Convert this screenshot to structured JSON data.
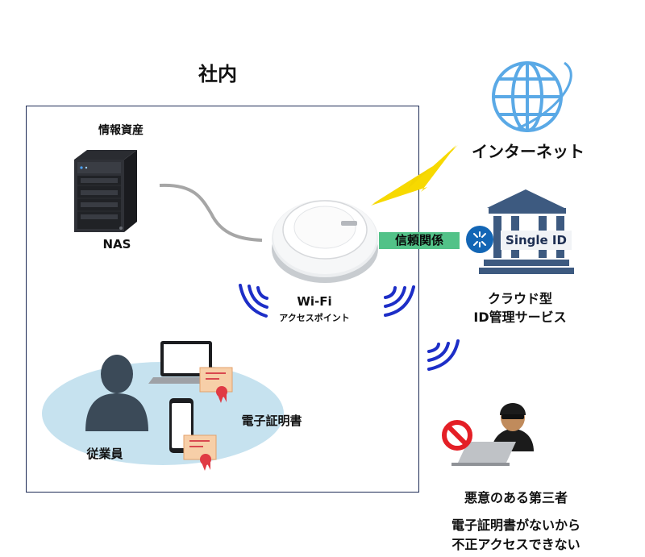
{
  "office": {
    "title": "社内"
  },
  "nas": {
    "caption": "情報資産",
    "label": "NAS"
  },
  "access_point": {
    "label": "Wi-Fi",
    "sublabel": "アクセスポイント"
  },
  "employee": {
    "label": "従業員"
  },
  "certificate": {
    "label": "電子証明書"
  },
  "internet": {
    "label": "インターネット"
  },
  "trust": {
    "label": "信頼関係"
  },
  "cloud_id": {
    "logo_text": "Single ID",
    "label_line1": "クラウド型",
    "label_line2": "ID管理サービス"
  },
  "attacker": {
    "label": "悪意のある第三者",
    "message_line1": "電子証明書がないから",
    "message_line2": "不正アクセスできない"
  },
  "colors": {
    "office_border": "#1c2a55",
    "wifi_wave": "#1d2ec7",
    "trust_badge": "#52c288",
    "employee_area": "#c6e2ef",
    "person": "#3b4a58",
    "globe": "#5aa9e6",
    "bolt": "#f3d400",
    "bank": "#3d5a80",
    "cert": "#f7cfa8",
    "prohibited": "#e41f26"
  }
}
